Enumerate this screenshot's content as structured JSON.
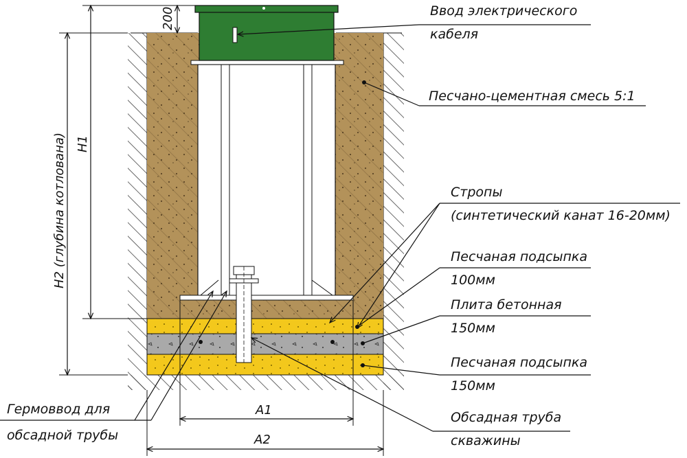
{
  "colors": {
    "soil_mix": "#b3925a",
    "sand": "#f3c81c",
    "concrete": "#a9a9a9",
    "caisson_lid": "#2e7d32",
    "hatch": "#444444"
  },
  "callouts": {
    "cable_line1": "Ввод электрического",
    "cable_line2": "кабеля",
    "mix": "Песчано-цементная смесь 5:1",
    "slings_line1": "Стропы",
    "slings_line2": "(синтетический канат 16-20мм)",
    "sand_top_line1": "Песчаная подсыпка",
    "sand_top_line2": "100мм",
    "slab_line1": "Плита бетонная",
    "slab_line2": "150мм",
    "sand_bottom_line1": "Песчаная подсыпка",
    "sand_bottom_line2": "150мм",
    "gland_line1": "Гермоввод для",
    "gland_line2": "обсадной трубы",
    "casing_line1": "Обсадная труба",
    "casing_line2": "скважины"
  },
  "dimensions": {
    "top_offset": "200",
    "h1": "H1",
    "h2": "H2 (глубина котлована)",
    "a1": "A1",
    "a2": "A2"
  }
}
